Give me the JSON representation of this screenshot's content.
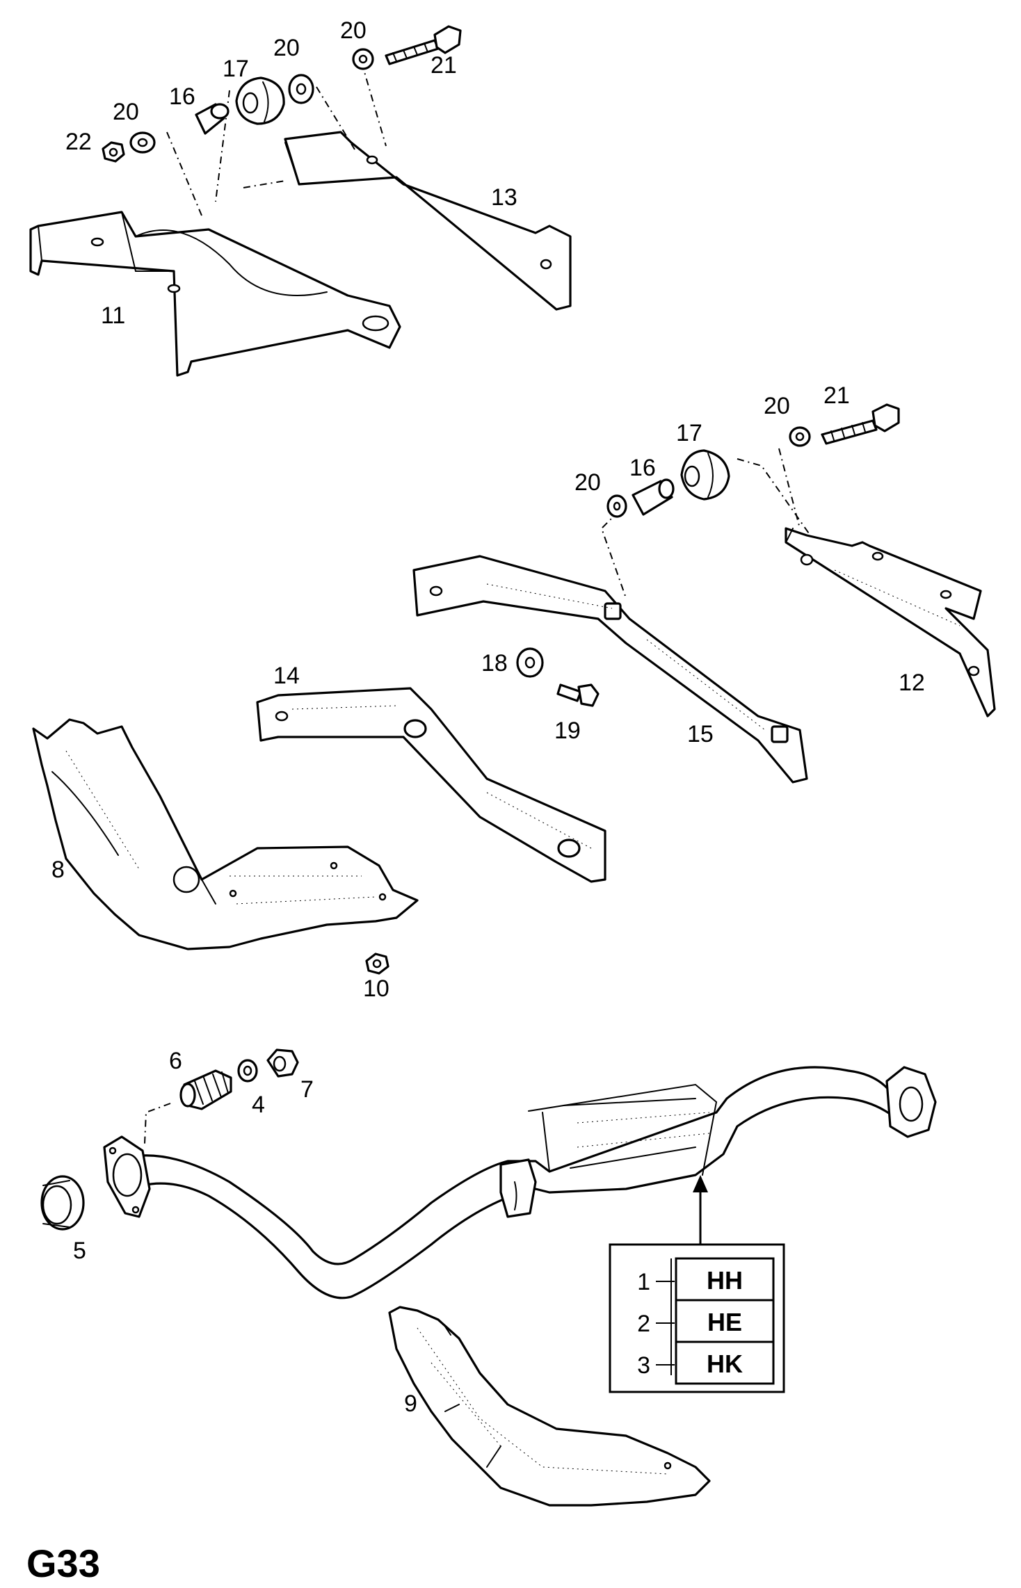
{
  "diagram": {
    "page_code": "G33",
    "callouts": [
      "1",
      "2",
      "3",
      "4",
      "5",
      "6",
      "7",
      "8",
      "9",
      "10",
      "11",
      "12",
      "13",
      "14",
      "15",
      "16",
      "17",
      "18",
      "19",
      "20",
      "21",
      "22"
    ],
    "variants": [
      {
        "number": "1",
        "code": "HH"
      },
      {
        "number": "2",
        "code": "HE"
      },
      {
        "number": "3",
        "code": "HK"
      }
    ]
  }
}
